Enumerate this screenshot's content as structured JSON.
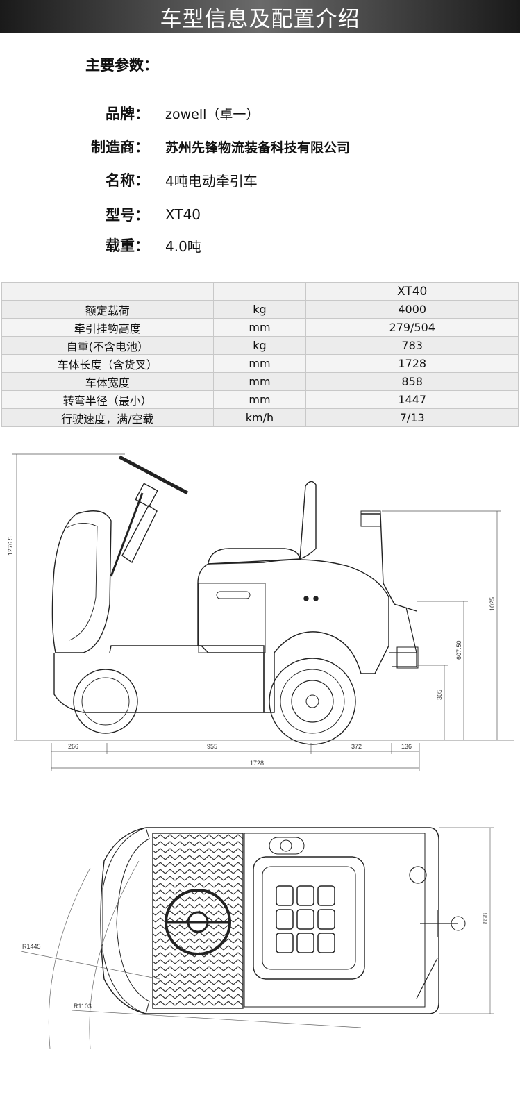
{
  "banner": {
    "title": "车型信息及配置介绍"
  },
  "specs": {
    "heading": "主要参数：",
    "items": [
      {
        "label": "品牌：",
        "value": "zowell（卓一）"
      },
      {
        "label": "制造商：",
        "value": "苏州先锋物流装备科技有限公司"
      },
      {
        "label": "名称：",
        "value": "4吨电动牵引车"
      },
      {
        "label": "型号：",
        "value": "XT40"
      },
      {
        "label": "载重：",
        "value": "4.0吨"
      }
    ]
  },
  "table": {
    "header": [
      "",
      "",
      "XT40"
    ],
    "rows": [
      [
        "额定载荷",
        "kg",
        "4000"
      ],
      [
        "牵引挂钩高度",
        "mm",
        "279/504"
      ],
      [
        "自重(不含电池）",
        "kg",
        "783"
      ],
      [
        "车体长度（含货叉）",
        "mm",
        "1728"
      ],
      [
        "车体宽度",
        "mm",
        "858"
      ],
      [
        "转弯半径（最小）",
        "mm",
        "1447"
      ],
      [
        "行驶速度，满/空载",
        "km/h",
        "7/13"
      ]
    ]
  },
  "side_view": {
    "dims": {
      "height_total": "1276.5",
      "height_rear": "1025",
      "hitch_high": "607.50",
      "hitch_low": "305",
      "front_overhang": "266",
      "wheelbase": "955",
      "rear_span": "372",
      "rear_overhang": "136",
      "length": "1728"
    }
  },
  "top_view": {
    "dims": {
      "width": "858",
      "radius_outer": "R1445",
      "radius_inner": "R1103"
    }
  }
}
